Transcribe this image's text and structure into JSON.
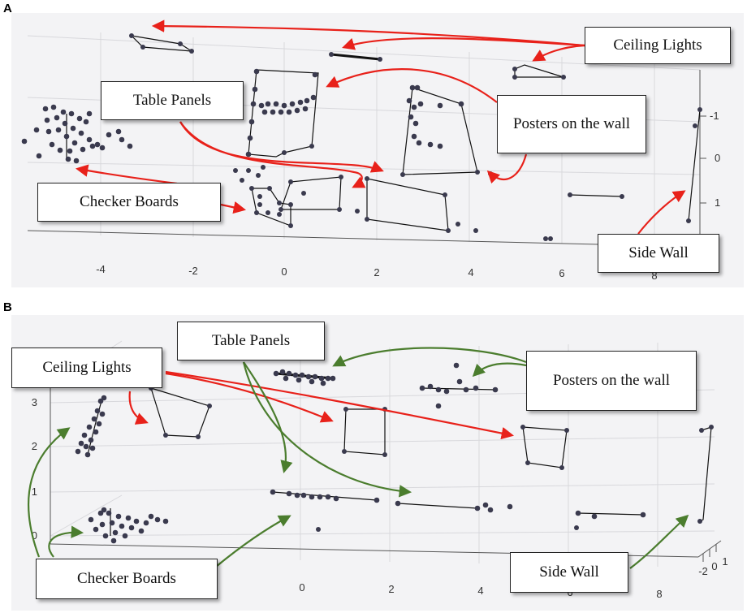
{
  "panel_a": {
    "letter": "A",
    "x_ticks": [
      "-4",
      "-2",
      "0",
      "2",
      "4",
      "6",
      "8"
    ],
    "y_ticks": [
      "-1",
      "0",
      "1"
    ],
    "labels": {
      "ceiling_lights": "Ceiling Lights",
      "table_panels": "Table Panels",
      "posters": "Posters on the wall",
      "checker_boards": "Checker Boards",
      "side_wall": "Side Wall"
    }
  },
  "panel_b": {
    "letter": "B",
    "x_ticks": [
      "0",
      "2",
      "4",
      "6",
      "8"
    ],
    "y_ticks": [
      "3",
      "2",
      "1",
      "0"
    ],
    "corner_ticks": [
      "-2",
      "0",
      "1"
    ],
    "labels": {
      "ceiling_lights": "Ceiling Lights",
      "table_panels": "Table Panels",
      "posters": "Posters on the wall",
      "checker_boards": "Checker Boards",
      "side_wall": "Side Wall"
    }
  },
  "colors": {
    "arrow_red": "#e8211a",
    "arrow_green": "#4b7d2e",
    "point": "#3a3a4e",
    "plot_bg": "#f3f3f5"
  }
}
